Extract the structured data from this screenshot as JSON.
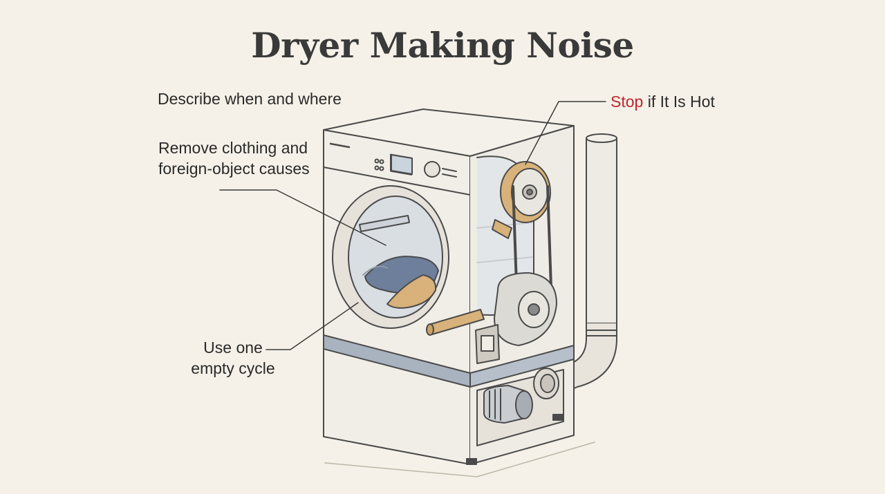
{
  "title": "Dryer Making Noise",
  "callouts": {
    "describe": "Describe when and where",
    "remove": "Remove clothing and foreign-object causes",
    "empty_cycle": "Use one empty cycle",
    "hot_accent": "Stop",
    "hot_rest": " if It Is Hot"
  },
  "colors": {
    "background": "#f5f1e8",
    "accent": "#c0242b",
    "pulley": "#d8b27a",
    "clothes_blue": "#6e7f9c",
    "line": "#4a4a4a"
  }
}
